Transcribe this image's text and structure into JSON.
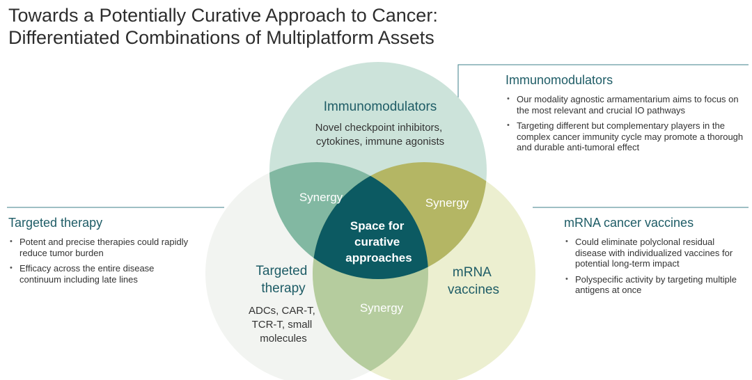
{
  "title": {
    "line1": "Towards a Potentially Curative Approach to Cancer:",
    "line2": "Differentiated Combinations of Multiplatform Assets"
  },
  "colors": {
    "immuno_circle": "#cce3da",
    "targeted_circle": "#f2f4f1",
    "mrna_circle": "#ecefd0",
    "synergy_immuno_targeted": "#82b8a2",
    "synergy_immuno_mrna": "#b4b664",
    "synergy_targeted_mrna": "#b5cc9e",
    "center": "#0c5a62",
    "heading": "#1e5c66",
    "line": "#3d7f88"
  },
  "venn": {
    "immuno": {
      "title": "Immunomodulators",
      "lines": [
        "Novel checkpoint inhibitors,",
        "cytokines, immune agonists"
      ]
    },
    "targeted": {
      "title_lines": [
        "Targeted",
        "therapy"
      ],
      "lines": [
        "ADCs, CAR-T,",
        "TCR-T, small",
        "molecules"
      ]
    },
    "mrna": {
      "title_lines": [
        "mRNA",
        "vaccines"
      ]
    },
    "synergy_left": "Synergy",
    "synergy_right": "Synergy",
    "synergy_bottom": "Synergy",
    "center_lines": [
      "Space for",
      "curative",
      "approaches"
    ]
  },
  "panels": {
    "immuno": {
      "title": "Immunomodulators",
      "bullets": [
        "Our modality agnostic armamentarium aims to focus on the most relevant and crucial IO pathways",
        "Targeting different but complementary players in the complex cancer immunity cycle may promote a thorough and durable anti-tumoral effect"
      ]
    },
    "targeted": {
      "title": "Targeted therapy",
      "bullets": [
        "Potent and precise therapies could rapidly reduce tumor burden",
        "Efficacy across the entire disease continuum including late lines"
      ]
    },
    "mrna": {
      "title": "mRNA cancer vaccines",
      "bullets": [
        "Could eliminate polyclonal residual disease with individualized vaccines for potential long-term impact",
        "Polyspecific activity by targeting multiple antigens at once"
      ]
    }
  }
}
